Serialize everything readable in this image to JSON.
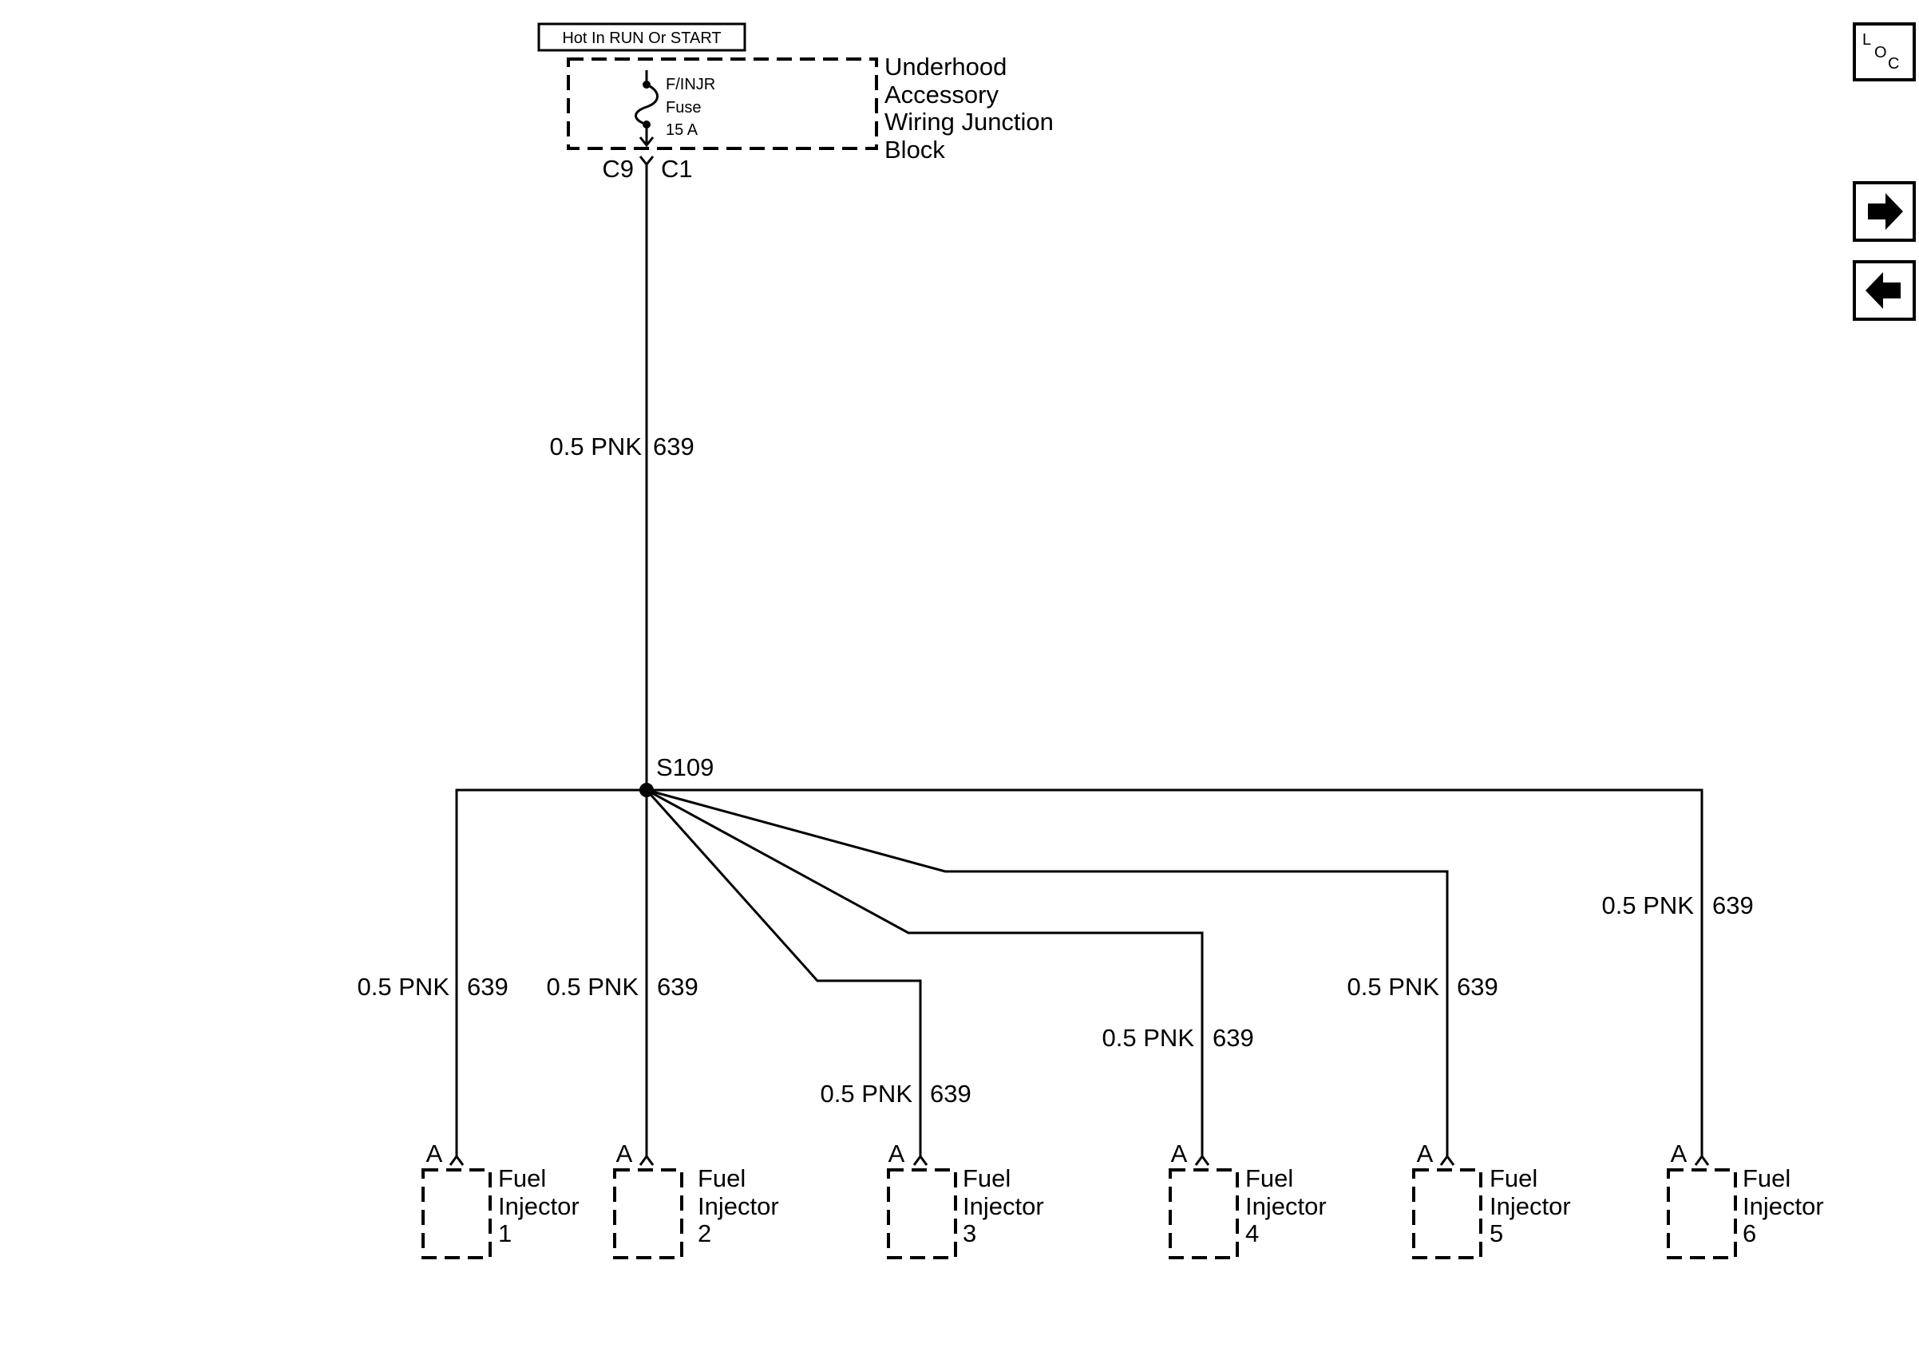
{
  "power_label": "Hot In RUN Or START",
  "junction_block": {
    "name_lines": [
      "Underhood",
      "Accessory",
      "Wiring Junction",
      "Block"
    ],
    "fuse_lines": [
      "F/INJR",
      "Fuse",
      "15 A"
    ],
    "connector_left": "C9",
    "connector_right": "C1"
  },
  "feed_wire": {
    "size_color": "0.5 PNK",
    "circuit": "639"
  },
  "splice": "S109",
  "injectors": [
    {
      "pin": "A",
      "name_lines": [
        "Fuel",
        "Injector",
        "1"
      ],
      "wire": {
        "size_color": "0.5 PNK",
        "circuit": "639"
      }
    },
    {
      "pin": "A",
      "name_lines": [
        "Fuel",
        "Injector",
        "2"
      ],
      "wire": {
        "size_color": "0.5 PNK",
        "circuit": "639"
      }
    },
    {
      "pin": "A",
      "name_lines": [
        "Fuel",
        "Injector",
        "3"
      ],
      "wire": {
        "size_color": "0.5 PNK",
        "circuit": "639"
      }
    },
    {
      "pin": "A",
      "name_lines": [
        "Fuel",
        "Injector",
        "4"
      ],
      "wire": {
        "size_color": "0.5 PNK",
        "circuit": "639"
      }
    },
    {
      "pin": "A",
      "name_lines": [
        "Fuel",
        "Injector",
        "5"
      ],
      "wire": {
        "size_color": "0.5 PNK",
        "circuit": "639"
      }
    },
    {
      "pin": "A",
      "name_lines": [
        "Fuel",
        "Injector",
        "6"
      ],
      "wire": {
        "size_color": "0.5 PNK",
        "circuit": "639"
      }
    }
  ],
  "nav": {
    "loc_letters": [
      "L",
      "O",
      "C"
    ],
    "forward_icon": "arrow-right-icon",
    "back_icon": "arrow-left-icon"
  }
}
